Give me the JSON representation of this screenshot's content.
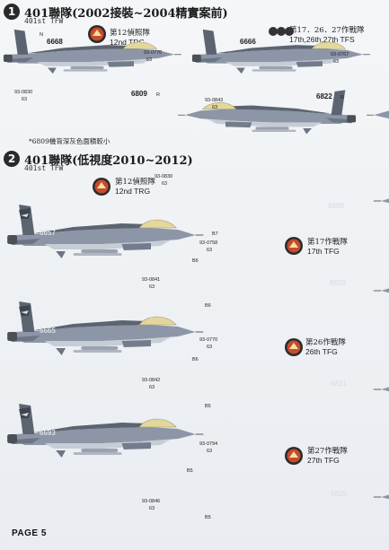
{
  "section1": {
    "badge": "1",
    "title": "401聯隊(2002接裝~2004精實案前)",
    "subtitle": "401st TFW",
    "unit_a": {
      "line1": "第12偵照隊",
      "line2": "12nd TRG"
    },
    "unit_b": {
      "line1": "第17．26．27作戰隊",
      "line2": "17th,26th,27th TFS"
    },
    "note": "*6809機背深灰色面積較小",
    "jets": [
      {
        "serial": "6668",
        "tail_code": "N",
        "lbl_num": "93-0770",
        "lbl_sub": "63"
      },
      {
        "serial": "6666",
        "tail_code": "",
        "lbl_num": "93-0767",
        "lbl_sub": "63"
      },
      {
        "serial": "6809",
        "tail_code": "R",
        "lbl_num": "93-0830",
        "lbl_sub": "63"
      },
      {
        "serial": "6822",
        "tail_code": "R",
        "lbl_num": "93-0843",
        "lbl_sub": "63"
      }
    ]
  },
  "section2": {
    "badge": "2",
    "title": "401聯隊(低視度2010~2012)",
    "subtitle": "401st TFW",
    "units": [
      {
        "line1": "第12偵照隊",
        "line2": "12nd TRG"
      },
      {
        "line1": "第17作戰隊",
        "line2": "17th TFG"
      },
      {
        "line1": "第26作戰隊",
        "line2": "26th TFG"
      },
      {
        "line1": "第27作戰隊",
        "line2": "27th TFG"
      }
    ],
    "jets": [
      {
        "serial": "6809",
        "lbl_num": "93-0830",
        "lbl_sub": "63",
        "lbl_belly": "B7"
      },
      {
        "serial": "6657",
        "lbl_num": "93-0758",
        "lbl_sub": "63",
        "lbl_belly": "B6"
      },
      {
        "serial": "6820",
        "lbl_num": "93-0841",
        "lbl_sub": "63",
        "lbl_belly": "B6"
      },
      {
        "serial": "6665",
        "lbl_num": "93-0770",
        "lbl_sub": "63",
        "lbl_belly": "B6"
      },
      {
        "serial": "6821",
        "lbl_num": "93-0842",
        "lbl_sub": "63",
        "lbl_belly": "B5"
      },
      {
        "serial": "6693",
        "lbl_num": "93-0794",
        "lbl_sub": "63",
        "lbl_belly": "B5"
      },
      {
        "serial": "6825",
        "lbl_num": "93-0846",
        "lbl_sub": "63",
        "lbl_belly": "B5"
      }
    ]
  },
  "footer": {
    "page": "PAGE 5"
  },
  "colors": {
    "body_grey": "#8d96a6",
    "dark_grey": "#5c6472",
    "light_grey": "#c7cdd6",
    "canopy": "#e3d79a",
    "page_bg": "#eef1f4"
  }
}
